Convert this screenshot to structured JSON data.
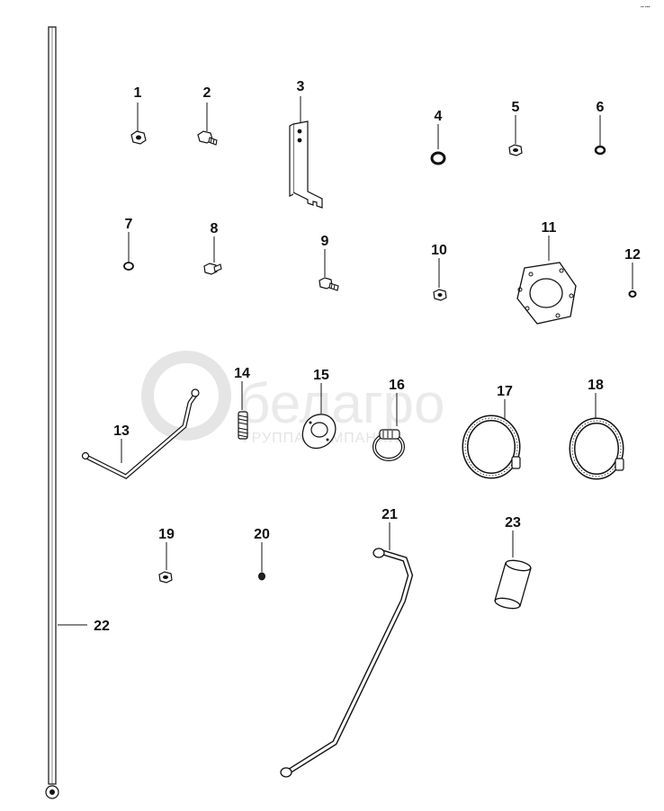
{
  "watermark": {
    "brand": "белагро",
    "subtitle": "ГРУППА КОМПАНИЙ",
    "color": "#d9d9d9"
  },
  "corner_mark": "▪▪ ▪▪▪",
  "parts": [
    {
      "number": "1"
    },
    {
      "number": "2"
    },
    {
      "number": "3"
    },
    {
      "number": "4"
    },
    {
      "number": "5"
    },
    {
      "number": "6"
    },
    {
      "number": "7"
    },
    {
      "number": "8"
    },
    {
      "number": "9"
    },
    {
      "number": "10"
    },
    {
      "number": "11"
    },
    {
      "number": "12"
    },
    {
      "number": "13"
    },
    {
      "number": "14"
    },
    {
      "number": "15"
    },
    {
      "number": "16"
    },
    {
      "number": "17"
    },
    {
      "number": "18"
    },
    {
      "number": "19"
    },
    {
      "number": "20"
    },
    {
      "number": "21"
    },
    {
      "number": "22"
    },
    {
      "number": "23"
    }
  ],
  "colors": {
    "line": "#111111",
    "fill": "#ffffff",
    "shade": "#cfcfcf"
  }
}
